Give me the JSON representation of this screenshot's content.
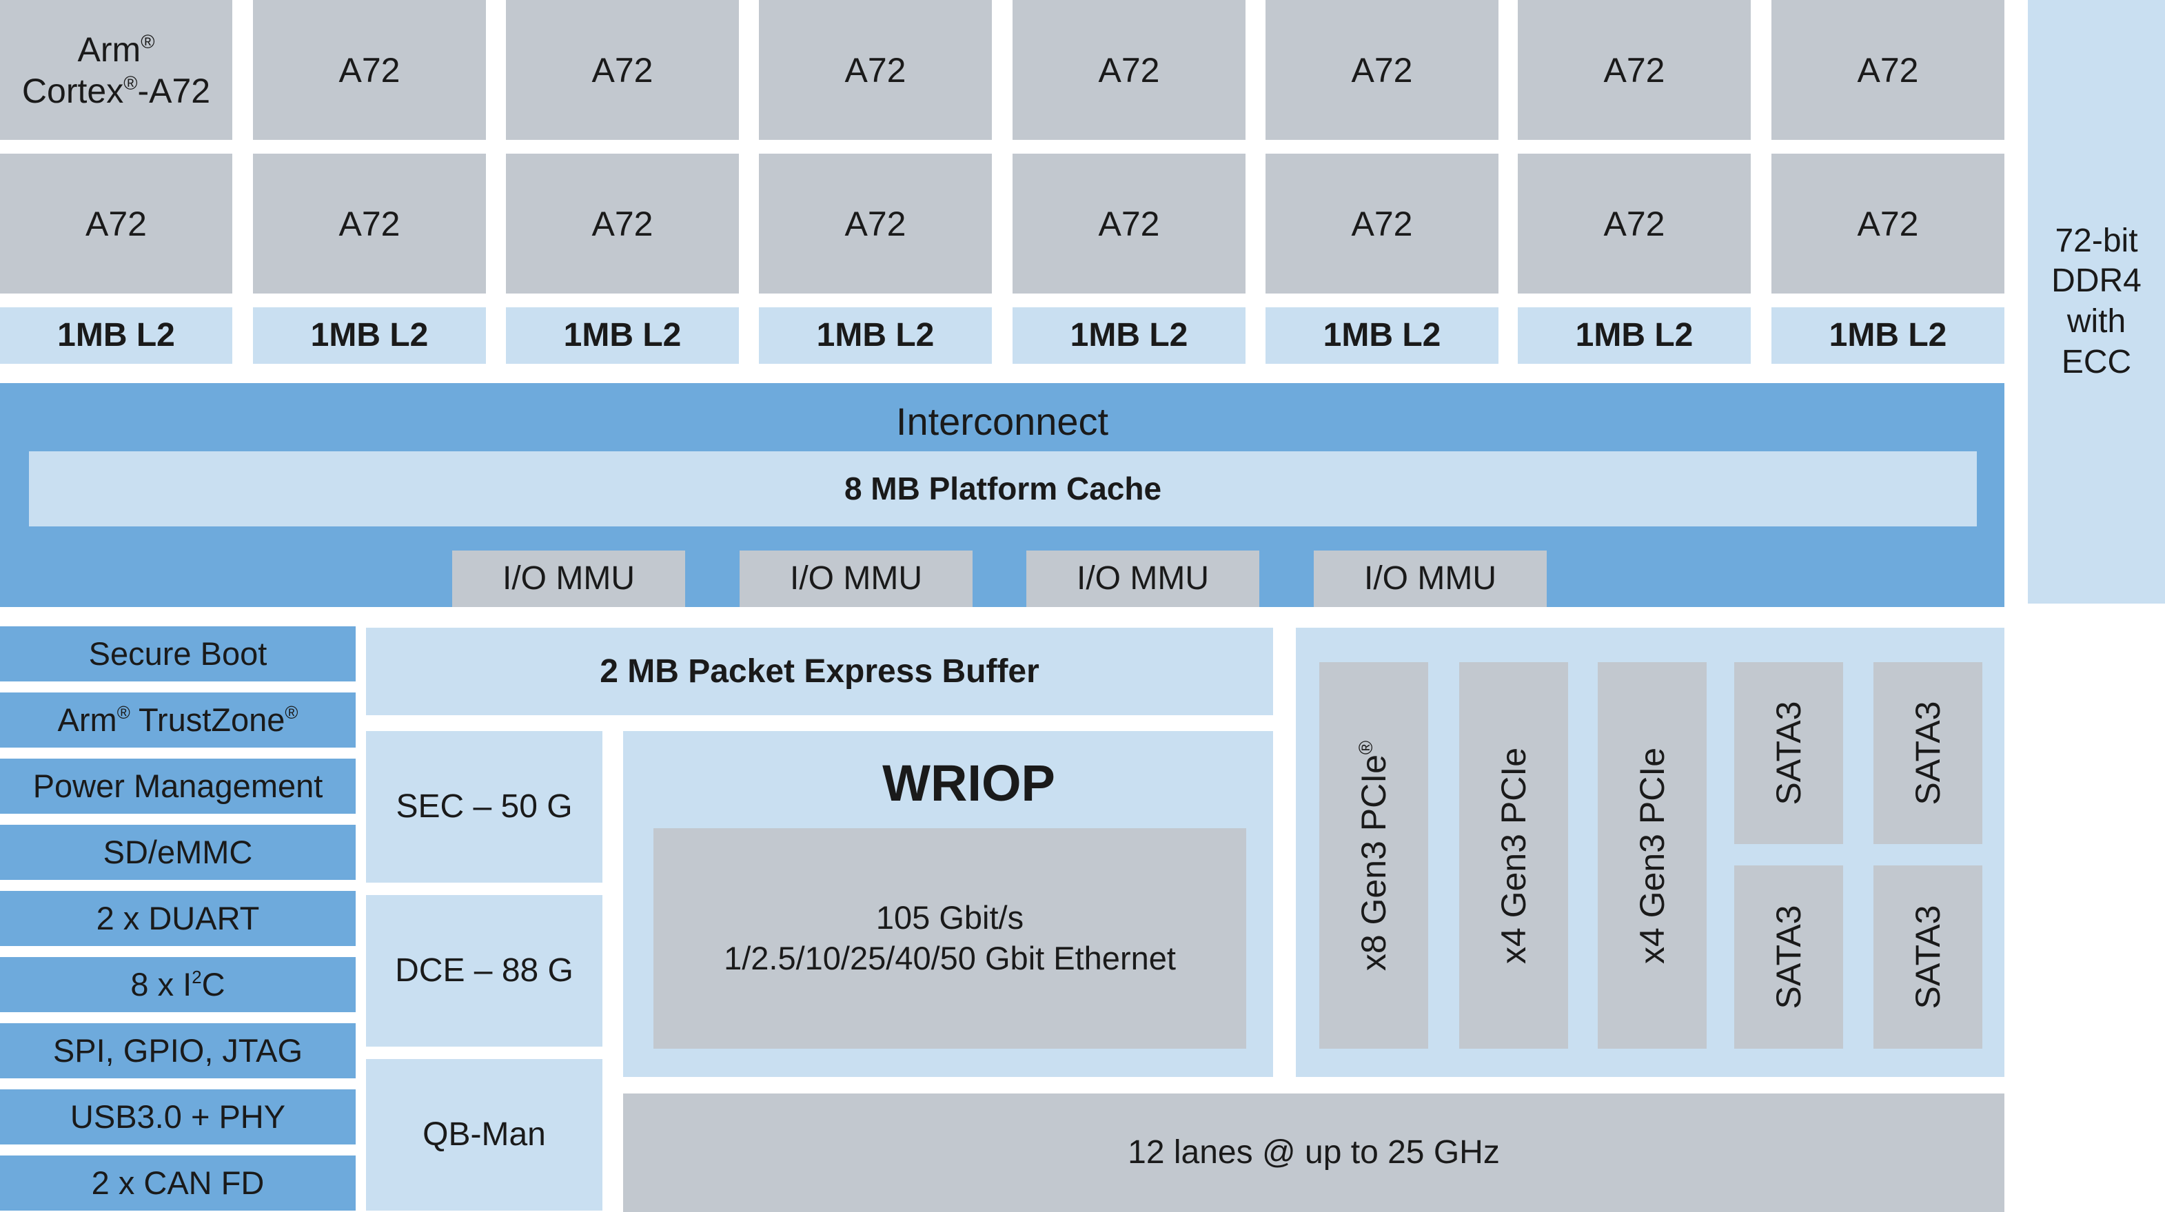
{
  "cores": {
    "first_brand": "Arm",
    "first_reg": "®",
    "first_line2": "Cortex",
    "first_reg2": "®",
    "first_suffix": "-A72",
    "label": "A72"
  },
  "l2_label": "1MB L2",
  "ddr": {
    "line1": "72-bit",
    "line2": "DDR4",
    "line3": "with",
    "line4": "ECC"
  },
  "interconnect": {
    "title": "Interconnect",
    "platform_cache": "8 MB Platform Cache",
    "io_mmu_label": "I/O MMU"
  },
  "peripherals": {
    "secure_boot": "Secure Boot",
    "trustzone_brand": "Arm",
    "trustzone_reg": "®",
    "trustzone_name": " TrustZone",
    "trustzone_reg2": "®",
    "power_management": "Power Management",
    "sd_emmc": "SD/eMMC",
    "duart": "2 x DUART",
    "i2c_prefix": "8 x I",
    "i2c_sup": "2",
    "i2c_suffix": "C",
    "spi_gpio_jtag": "SPI, GPIO, JTAG",
    "usb": "USB3.0 + PHY",
    "can": "2 x CAN FD"
  },
  "packet_buffer": "2 MB Packet Express Buffer",
  "accelerators": {
    "sec": "SEC – 50 G",
    "dce": "DCE – 88 G",
    "qbman": "QB-Man"
  },
  "wriop": {
    "title": "WRIOP",
    "line1": "105 Gbit/s",
    "line2": "1/2.5/10/25/40/50 Gbit Ethernet"
  },
  "serdes": {
    "pcie_x8": "x8 Gen3 PCIe",
    "pcie_x8_reg": "®",
    "pcie_x4": "x4 Gen3 PCIe",
    "sata": "SATA3",
    "lanes": "12 lanes @ up to 25 GHz"
  }
}
